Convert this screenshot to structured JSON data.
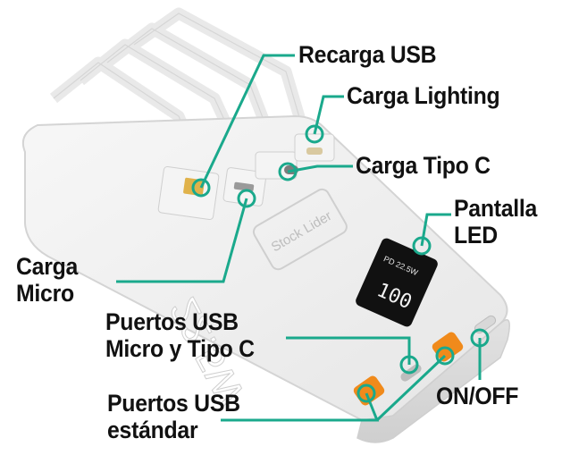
{
  "accent_color": "#1aa98c",
  "device": {
    "capacity_text": "22.5W",
    "brand_text": "Stock Lider",
    "display_pd_text": "PD 22.5W",
    "display_value": "100"
  },
  "labels": {
    "recarga_usb": "Recarga USB",
    "carga_lighting": "Carga Lighting",
    "carga_tipo_c": "Carga Tipo C",
    "pantalla_led": [
      "Pantalla",
      "LED"
    ],
    "carga_micro": [
      "Carga",
      "Micro"
    ],
    "puertos_micro_tipo_c": [
      "Puertos USB",
      "Micro y Tipo C"
    ],
    "puertos_estandar": [
      "Puertos USB",
      "estándar"
    ],
    "on_off": "ON/OFF"
  }
}
